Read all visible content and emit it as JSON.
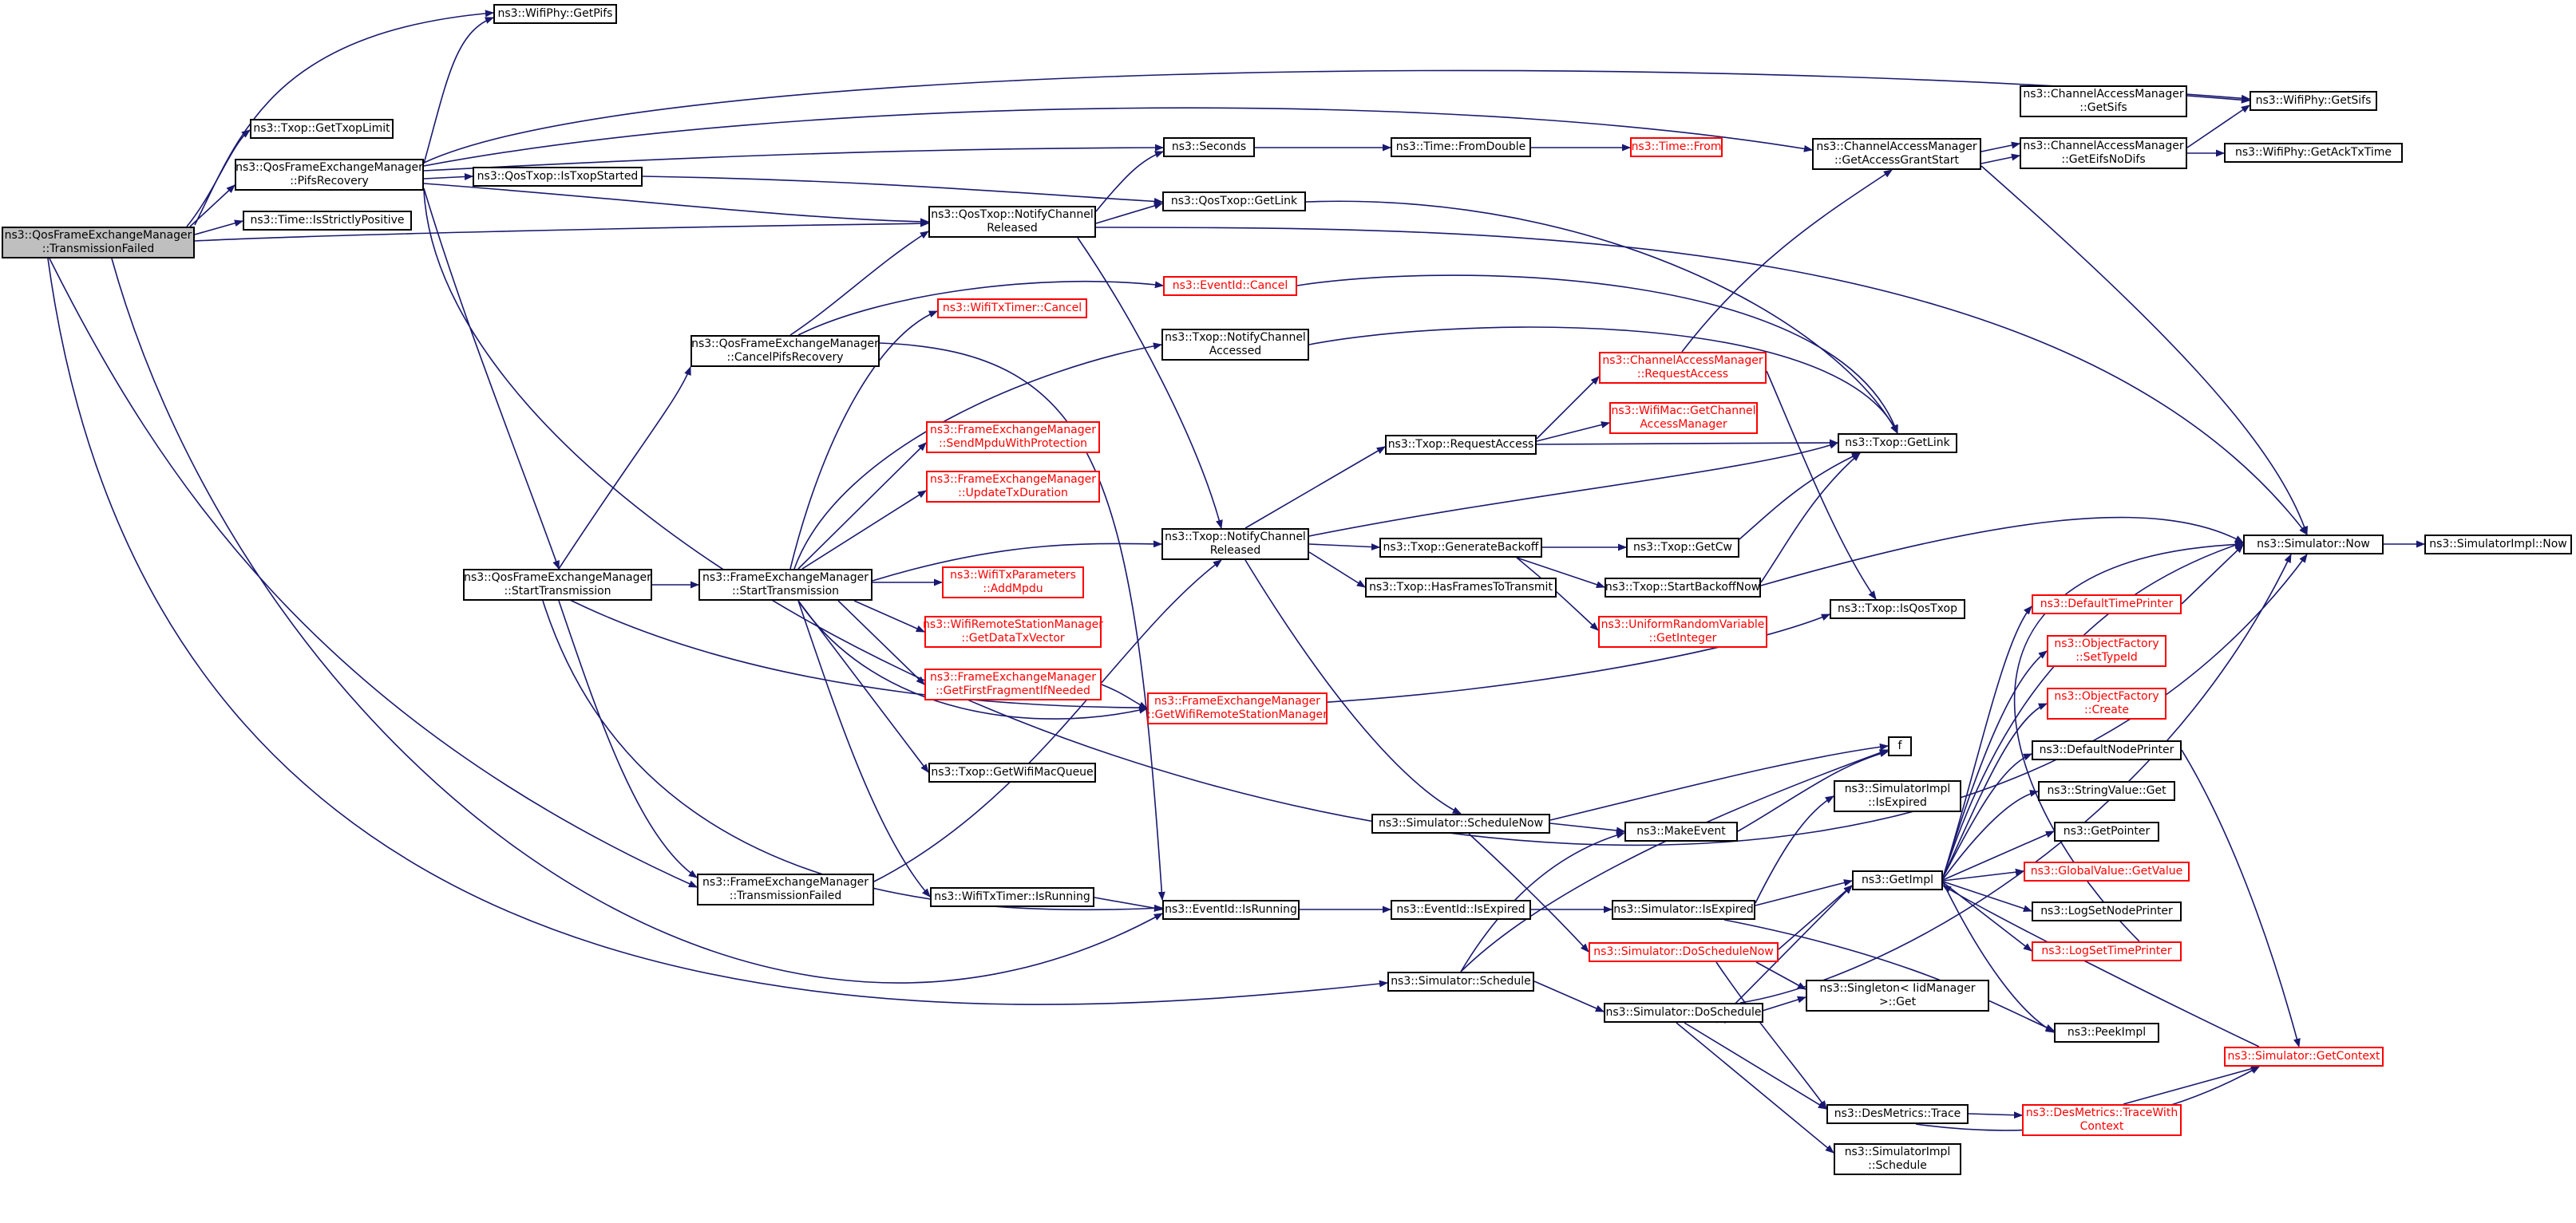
{
  "nodes": {
    "root": "ns3::QosFrameExchangeManager\n::TransmissionFailed",
    "wifiphy_getpifs": "ns3::WifiPhy::GetPifs",
    "txop_gettxoplimit": "ns3::Txop::GetTxopLimit",
    "qfem_pifsrecovery": "ns3::QosFrameExchangeManager\n::PifsRecovery",
    "time_isstrictlypositive": "ns3::Time::IsStrictlyPositive",
    "qfem_cancelpifsrecovery": "ns3::QosFrameExchangeManager\n::CancelPifsRecovery",
    "qfem_starttransmission": "ns3::QosFrameExchangeManager\n::StartTransmission",
    "fem_transmissionfailed": "ns3::FrameExchangeManager\n::TransmissionFailed",
    "qostxop_istxopstarted": "ns3::QosTxop::IsTxopStarted",
    "qostxop_notifychannelreleased": "ns3::QosTxop::NotifyChannel\nReleased",
    "fem_starttransmission": "ns3::FrameExchangeManager\n::StartTransmission",
    "wifitxtimer_cancel": "ns3::WifiTxTimer::Cancel",
    "fem_sendmpduwithprotection": "ns3::FrameExchangeManager\n::SendMpduWithProtection",
    "fem_updatetxduration": "ns3::FrameExchangeManager\n::UpdateTxDuration",
    "wifitxparameters_addmpdu": "ns3::WifiTxParameters\n::AddMpdu",
    "wrsm_getdatatxvector": "ns3::WifiRemoteStationManager\n::GetDataTxVector",
    "fem_getfirstfragmentifneeded": "ns3::FrameExchangeManager\n::GetFirstFragmentIfNeeded",
    "txop_getwifimacqueue": "ns3::Txop::GetWifiMacQueue",
    "wifitxtimer_isrunning": "ns3::WifiTxTimer::IsRunning",
    "seconds": "ns3::Seconds",
    "qostxop_getlink": "ns3::QosTxop::GetLink",
    "eventid_cancel": "ns3::EventId::Cancel",
    "txop_notifychannelaccessed": "ns3::Txop::NotifyChannel\nAccessed",
    "txop_notifychannelreleased": "ns3::Txop::NotifyChannel\nReleased",
    "fem_getwifiremotestationmanager": "ns3::FrameExchangeManager\n::GetWifiRemoteStationManager",
    "eventid_isrunning": "ns3::EventId::IsRunning",
    "time_fromdouble": "ns3::Time::FromDouble",
    "time_from": "ns3::Time::From",
    "txop_requestaccess": "ns3::Txop::RequestAccess",
    "txop_generatebackoff": "ns3::Txop::GenerateBackoff",
    "txop_hasframestotransmit": "ns3::Txop::HasFramesToTransmit",
    "simulator_schedulenow": "ns3::Simulator::ScheduleNow",
    "makeevent": "ns3::MakeEvent",
    "eventid_isexpired": "ns3::EventId::IsExpired",
    "simulator_schedule": "ns3::Simulator::Schedule",
    "cam_getaccessgrantstart": "ns3::ChannelAccessManager\n::GetAccessGrantStart",
    "cam_requestaccess": "ns3::ChannelAccessManager\n::RequestAccess",
    "wifimac_getchannelaccessmanager": "ns3::WifiMac::GetChannel\nAccessManager",
    "txop_getcw": "ns3::Txop::GetCw",
    "txop_startbackoffnow": "ns3::Txop::StartBackoffNow",
    "urv_getinteger": "ns3::UniformRandomVariable\n::GetInteger",
    "simulator_isexpired": "ns3::Simulator::IsExpired",
    "simulator_doschedulenow": "ns3::Simulator::DoScheduleNow",
    "simulator_doschedule": "ns3::Simulator::DoSchedule",
    "desmetrics_trace": "ns3::DesMetrics::Trace",
    "simulatorimpl_schedule": "ns3::SimulatorImpl\n::Schedule",
    "cam_getsifs": "ns3::ChannelAccessManager\n::GetSifs",
    "cam_geteifsnodifs": "ns3::ChannelAccessManager\n::GetEifsNoDifs",
    "txop_getlink": "ns3::Txop::GetLink",
    "txop_isqostxop": "ns3::Txop::IsQosTxop",
    "f": "f",
    "simulatorimpl_isexpired": "ns3::SimulatorImpl\n::IsExpired",
    "getimpl": "ns3::GetImpl",
    "singleton_get": "ns3::Singleton< IidManager\n>::Get",
    "desmetrics_tracewithcontext": "ns3::DesMetrics::TraceWith\nContext",
    "wifiphy_getsifs": "ns3::WifiPhy::GetSifs",
    "wifiphy_getacktxtime": "ns3::WifiPhy::GetAckTxTime",
    "simulator_now": "ns3::Simulator::Now",
    "defaulttimeprinter": "ns3::DefaultTimePrinter",
    "objectfactory_settypeid": "ns3::ObjectFactory\n::SetTypeId",
    "objectfactory_create": "ns3::ObjectFactory\n::Create",
    "defaultnodeprinter": "ns3::DefaultNodePrinter",
    "stringvalue_get": "ns3::StringValue::Get",
    "getpointer": "ns3::GetPointer",
    "globalvalue_getvalue": "ns3::GlobalValue::GetValue",
    "logsetnodeprinter": "ns3::LogSetNodePrinter",
    "logsettimeprinter": "ns3::LogSetTimePrinter",
    "peekimpl": "ns3::PeekImpl",
    "simulator_getcontext": "ns3::Simulator::GetContext",
    "simulatorimpl_now": "ns3::SimulatorImpl::Now"
  },
  "colors": {
    "edge": "#191970",
    "node_border": "#000000",
    "node_border_red": "#ff0000",
    "root_fill": "#bfbfbf",
    "text_red": "#ff0000"
  }
}
